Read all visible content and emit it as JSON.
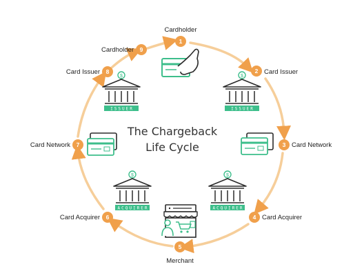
{
  "title": {
    "line1": "The Chargeback",
    "line2": "Life Cycle"
  },
  "steps": [
    {
      "number": "1",
      "label": "Cardholder"
    },
    {
      "number": "2",
      "label": "Card Issuer"
    },
    {
      "number": "3",
      "label": "Card Network"
    },
    {
      "number": "4",
      "label": "Card Acquirer"
    },
    {
      "number": "5",
      "label": "Merchant"
    },
    {
      "number": "6",
      "label": "Card Acquirer"
    },
    {
      "number": "7",
      "label": "Card Network"
    },
    {
      "number": "8",
      "label": "Card Issuer"
    },
    {
      "number": "9",
      "label": "Cardholder"
    }
  ],
  "bank_labels": {
    "issuer": "ISSUER",
    "acquirer": "ACQUIRER"
  },
  "colors": {
    "accent": "#F0A04B",
    "arrow_light": "#F6CE9A",
    "green": "#3DBE8B",
    "icon_dark": "#2B2B2B"
  }
}
